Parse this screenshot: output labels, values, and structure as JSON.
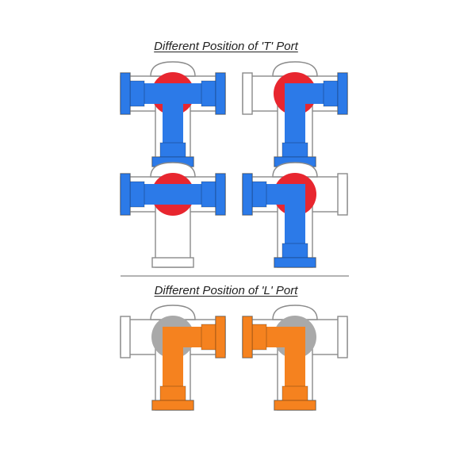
{
  "titles": {
    "t_port": "Different Position of  'T' Port",
    "l_port": "Different Position of  'L' Port"
  },
  "colors": {
    "t_flow": "#2c7ae8",
    "t_ball": "#e8262f",
    "l_flow": "#f5821f",
    "l_ball": "#a9a9a9",
    "outline": "#8a8a8a",
    "divider": "#9a9a9a"
  },
  "valves": [
    {
      "section": "t_port",
      "port_type": "T",
      "flow_to": [
        "left",
        "right",
        "bottom"
      ]
    },
    {
      "section": "t_port",
      "port_type": "T",
      "flow_to": [
        "right",
        "bottom"
      ]
    },
    {
      "section": "t_port",
      "port_type": "T",
      "flow_to": [
        "left",
        "right"
      ]
    },
    {
      "section": "t_port",
      "port_type": "T",
      "flow_to": [
        "left",
        "bottom"
      ]
    },
    {
      "section": "l_port",
      "port_type": "L",
      "flow_to": [
        "right",
        "bottom"
      ]
    },
    {
      "section": "l_port",
      "port_type": "L",
      "flow_to": [
        "left",
        "bottom"
      ]
    }
  ]
}
